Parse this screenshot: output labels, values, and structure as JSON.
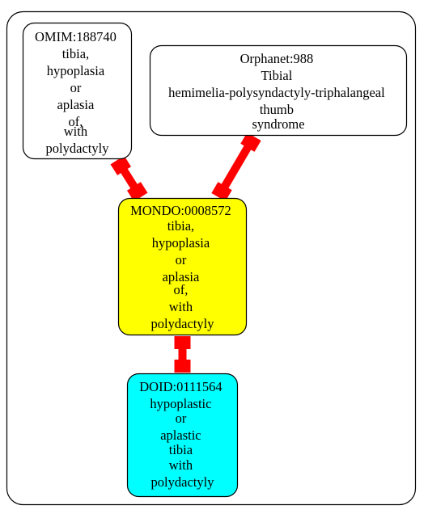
{
  "graph": {
    "nodes": [
      {
        "id": "omim",
        "lines": [
          "OMIM:188740",
          "tibia,",
          "hypoplasia",
          "or",
          "aplasia",
          "of,",
          "with",
          "polydactyly"
        ],
        "fill": "#ffffff"
      },
      {
        "id": "orphanet",
        "lines": [
          "Orphanet:988",
          "Tibial",
          "hemimelia-polysyndactyly-triphalangeal",
          "thumb",
          "syndrome"
        ],
        "fill": "#ffffff"
      },
      {
        "id": "mondo",
        "lines": [
          "MONDO:0008572",
          "tibia,",
          "hypoplasia",
          "or",
          "aplasia",
          "of,",
          "with",
          "polydactyly"
        ],
        "fill": "#ffff00"
      },
      {
        "id": "doid",
        "lines": [
          "DOID:0111564",
          "hypoplastic",
          "or",
          "aplastic",
          "tibia",
          "with",
          "polydactyly"
        ],
        "fill": "#00ffff"
      }
    ],
    "edges": [
      {
        "from": "omim",
        "to": "mondo",
        "color": "#ff0000"
      },
      {
        "from": "orphanet",
        "to": "mondo",
        "color": "#ff0000"
      },
      {
        "from": "mondo",
        "to": "doid",
        "color": "#ff0000"
      }
    ]
  }
}
